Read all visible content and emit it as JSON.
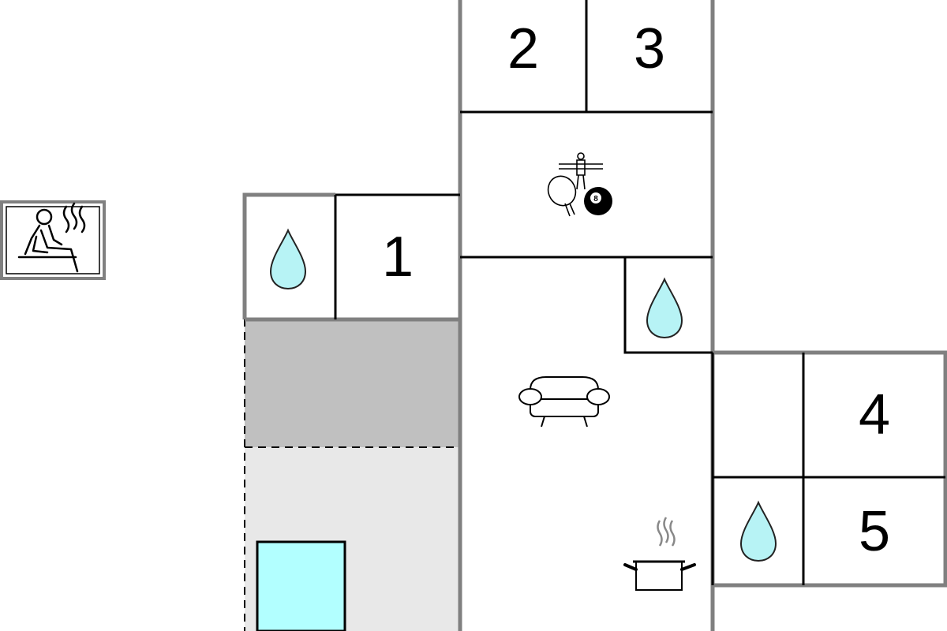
{
  "floorplan": {
    "rooms": {
      "bedroom_1": {
        "number": "1"
      },
      "bedroom_2": {
        "number": "2"
      },
      "bedroom_3": {
        "number": "3"
      },
      "bedroom_4": {
        "number": "4"
      },
      "bedroom_5": {
        "number": "5"
      }
    },
    "icons": {
      "sauna": "sauna-icon",
      "bathroom": "water-drop-icon",
      "game_room": "table-tennis-billiards-foosball-icon",
      "billiard_ball_label": "8",
      "living_room": "sofa-icon",
      "kitchen": "cooking-pot-icon"
    },
    "colors": {
      "wall": "#808080",
      "partition": "#000000",
      "water": "#b7f3f5",
      "pool": "#b2ffff",
      "covered_terrace": "#c0c0c0",
      "terrace": "#e8e8e8"
    }
  }
}
